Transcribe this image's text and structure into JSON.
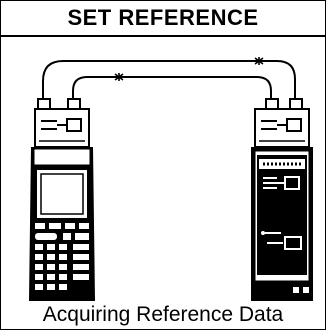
{
  "header": {
    "title": "SET REFERENCE"
  },
  "status": {
    "message": "Acquiring Reference Data"
  },
  "illustration": {
    "devices": [
      "main-tester",
      "remote-unit"
    ],
    "cables": [
      "outer-link-cable",
      "inner-link-cable"
    ],
    "icons": [
      "link-adapter-icon",
      "cable-marker-icon"
    ]
  }
}
